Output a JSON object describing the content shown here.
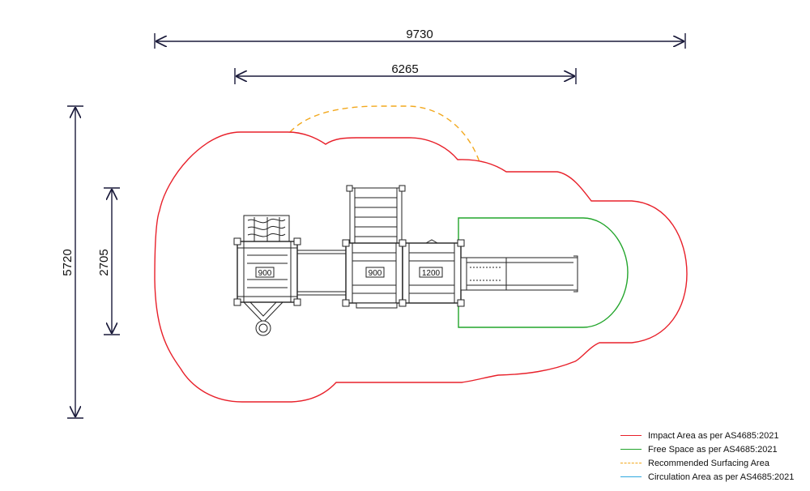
{
  "dimensions": {
    "overall_width": "9730",
    "equipment_width": "6265",
    "overall_depth": "5720",
    "equipment_depth": "2705"
  },
  "deck_labels": {
    "left_deck": "900",
    "middle_deck": "900",
    "right_deck": "1200"
  },
  "legend": {
    "items": [
      {
        "label": "Impact Area as per AS4685:2021",
        "color": "#e8202a",
        "style": "solid"
      },
      {
        "label": "Free Space as per AS4685:2021",
        "color": "#22a52b",
        "style": "solid"
      },
      {
        "label": "Recommended Surfacing Area",
        "color": "#f2a81d",
        "style": "dashed"
      },
      {
        "label": "Circulation Area as per AS4685:2021",
        "color": "#2fa8e0",
        "style": "solid"
      }
    ]
  },
  "colors": {
    "impact": "#e8202a",
    "free_space": "#22a52b",
    "surfacing": "#f2a81d",
    "circulation": "#2fa8e0",
    "dimension_lines": "#1a1a3a"
  }
}
